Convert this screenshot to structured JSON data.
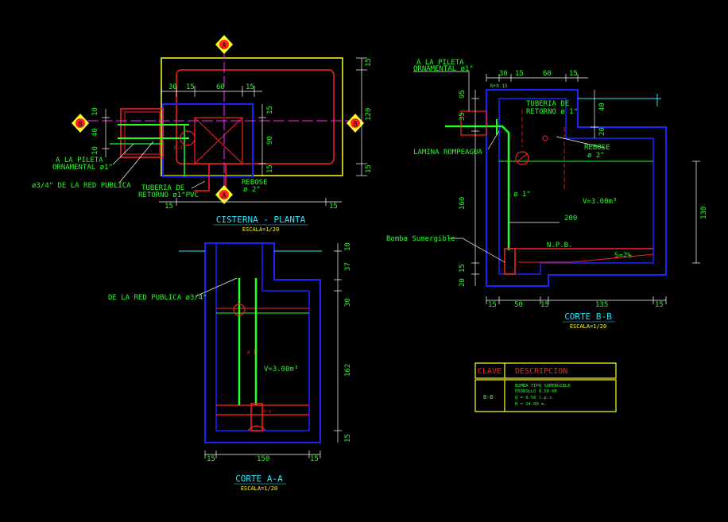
{
  "colors": {
    "bg": "#000000",
    "wall": "#1a22ff",
    "red": "#ff2020",
    "green": "#22ff22",
    "cyan": "#22e5ff",
    "yellow": "#ffff22",
    "magenta": "#ff22ff",
    "white": "#ffffff"
  },
  "plan": {
    "title": "CISTERNA  -  PLANTA",
    "scale": "ESCALA=1/20",
    "to_fountain_1": "A LA PILETA",
    "to_fountain_2": "ORNAMENTAL ø1\"",
    "from_public": "ø3/4\" DE LA RED PUBLICA",
    "return_1": "TUBERIA DE",
    "return_2": "RETORNO ø1\"PVC",
    "overflow_1": "REBOSE",
    "overflow_2": "ø 2\"",
    "dims_top": [
      "30",
      "15",
      "60",
      "15"
    ],
    "dims_right": [
      "15",
      "120",
      "15"
    ],
    "dims_inner_right": [
      "15",
      "90",
      "15"
    ],
    "dims_left": [
      "10",
      "40",
      "10"
    ],
    "dims_bottom": [
      "15",
      "15"
    ],
    "section_marks": [
      "A",
      "A",
      "B",
      "B"
    ],
    "valve_label": "P-3"
  },
  "section_aa": {
    "title": "CORTE  A-A",
    "scale": "ESCALA=1/20",
    "from_public": "DE LA RED PUBLICA ø3/4\"",
    "volume": "V=3.00m³",
    "pipe_label": "ø 1\"",
    "pump_label": "P-3",
    "dims_right": [
      "10",
      "37",
      "30",
      "162",
      "15"
    ],
    "dims_bottom": [
      "15",
      "150",
      "15"
    ]
  },
  "section_bb": {
    "title": "CORTE  B-B",
    "scale": "ESCALA=1/20",
    "to_fountain_1": "A LA PILETA",
    "to_fountain_2": "ORNAMENTAL ø1\"",
    "return_1": "TUBERIA DE",
    "return_2": "RETORNO ø 1\"",
    "splash": "LAMINA ROMPEAGUA",
    "overflow_1": "REBOSE",
    "overflow_2": "ø 2\"",
    "pipe_label": "ø 1\"",
    "volume": "V=3.00m³",
    "width_200": "200",
    "pump": "Bomba Sumergible",
    "npb": "N.P.B.",
    "slope": "S=2%",
    "dims_top": [
      "N+0.15",
      "30",
      "15",
      "60",
      "15"
    ],
    "dims_left": [
      "95",
      "35",
      "160",
      "15",
      "20"
    ],
    "dims_right": [
      "40",
      "20",
      "130"
    ],
    "dims_bottom": [
      "15",
      "50",
      "15",
      "135",
      "15"
    ]
  },
  "legend": {
    "col_key": "CLAVE",
    "col_desc": "DESCRIPCION",
    "key": "B-B",
    "desc_lines": [
      "BOMBA TIPO SUMERGIBLE",
      "PEDROLLO 0.50 HP",
      "Q =  0.50 l.p.s.",
      "H =  14.00 m."
    ]
  }
}
